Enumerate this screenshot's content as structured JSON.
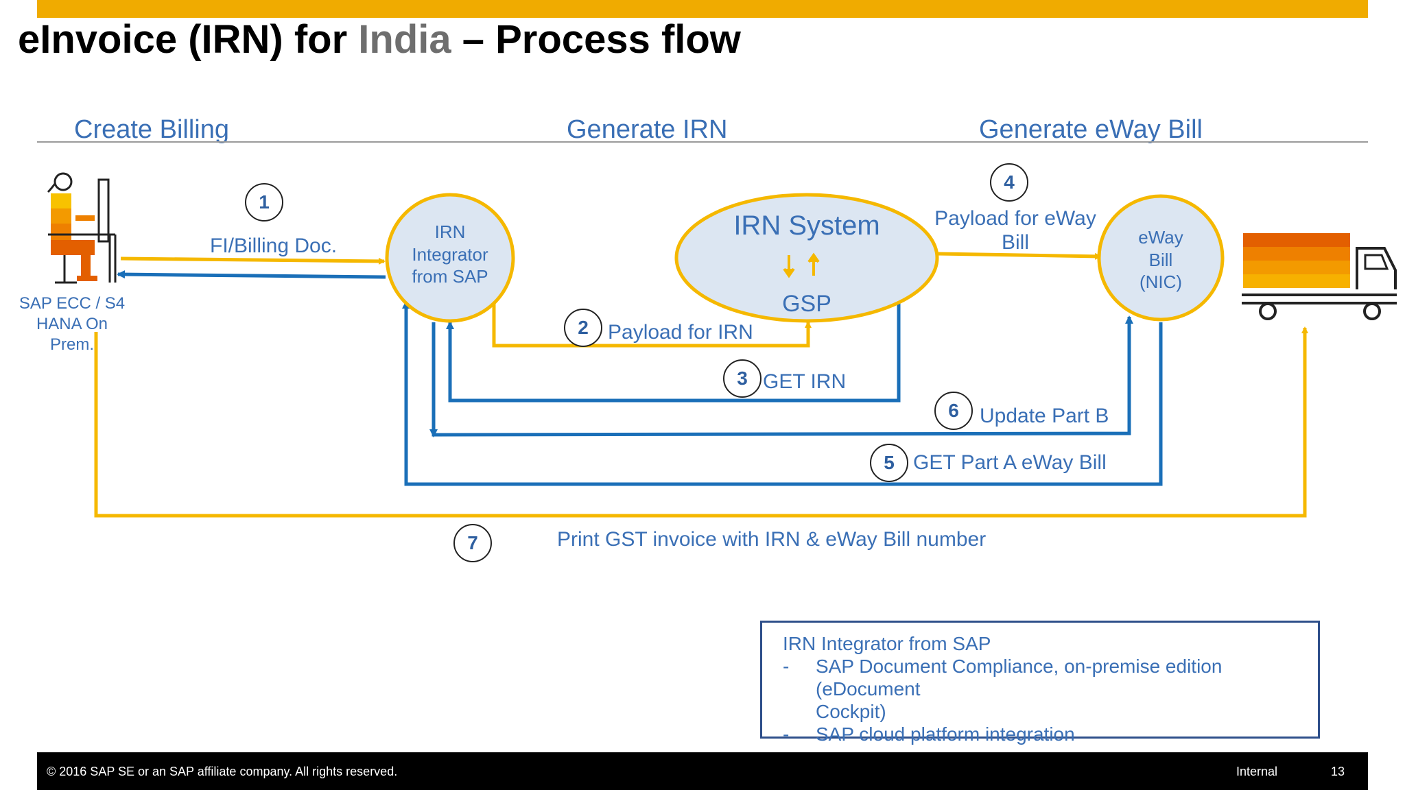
{
  "title": {
    "main": "eInvoice  (IRN) for ",
    "highlight": "India",
    "rest": " – Process flow"
  },
  "sections": [
    "Create Billing",
    "Generate IRN",
    "Generate eWay Bill"
  ],
  "source": {
    "label_lines": [
      "SAP ECC / S4",
      "HANA  On",
      "Prem."
    ]
  },
  "nodes": {
    "irn_integrator": [
      "IRN",
      "Integrator",
      "from SAP"
    ],
    "irn_system": {
      "title": "IRN System",
      "sub": "GSP"
    },
    "eway": [
      "eWay",
      "Bill",
      "(NIC)"
    ]
  },
  "steps": [
    {
      "num": "1",
      "label": "FI/Billing Doc."
    },
    {
      "num": "2",
      "label": "Payload for IRN"
    },
    {
      "num": "3",
      "label": "GET IRN"
    },
    {
      "num": "4",
      "label_lines": [
        "Payload for eWay",
        "Bill"
      ]
    },
    {
      "num": "5",
      "label": "GET Part A eWay Bill"
    },
    {
      "num": "6",
      "label": "Update Part B"
    },
    {
      "num": "7",
      "label": "Print GST invoice with IRN & eWay Bill number"
    }
  ],
  "info_box": {
    "heading": "IRN  Integrator  from SAP",
    "items": [
      {
        "dash": "-",
        "lines": [
          "SAP Document  Compliance, on-premise  edition (eDocument",
          "Cockpit)"
        ]
      },
      {
        "dash": "-",
        "lines": [
          "SAP cloud  platform  integration"
        ]
      }
    ]
  },
  "footer": {
    "copyright": "© 2016 SAP SE or an SAP affiliate company.  All rights reserved.",
    "classification": "Internal",
    "page": "13"
  },
  "colors": {
    "yellow": "#f5b800",
    "blue": "#1a6fb8",
    "node_fill": "#dce6f2",
    "label_blue": "#3a6fb5",
    "truck_bands": [
      "#e35f00",
      "#ee8000",
      "#f39a00",
      "#f7b100",
      "#f8c200"
    ]
  }
}
